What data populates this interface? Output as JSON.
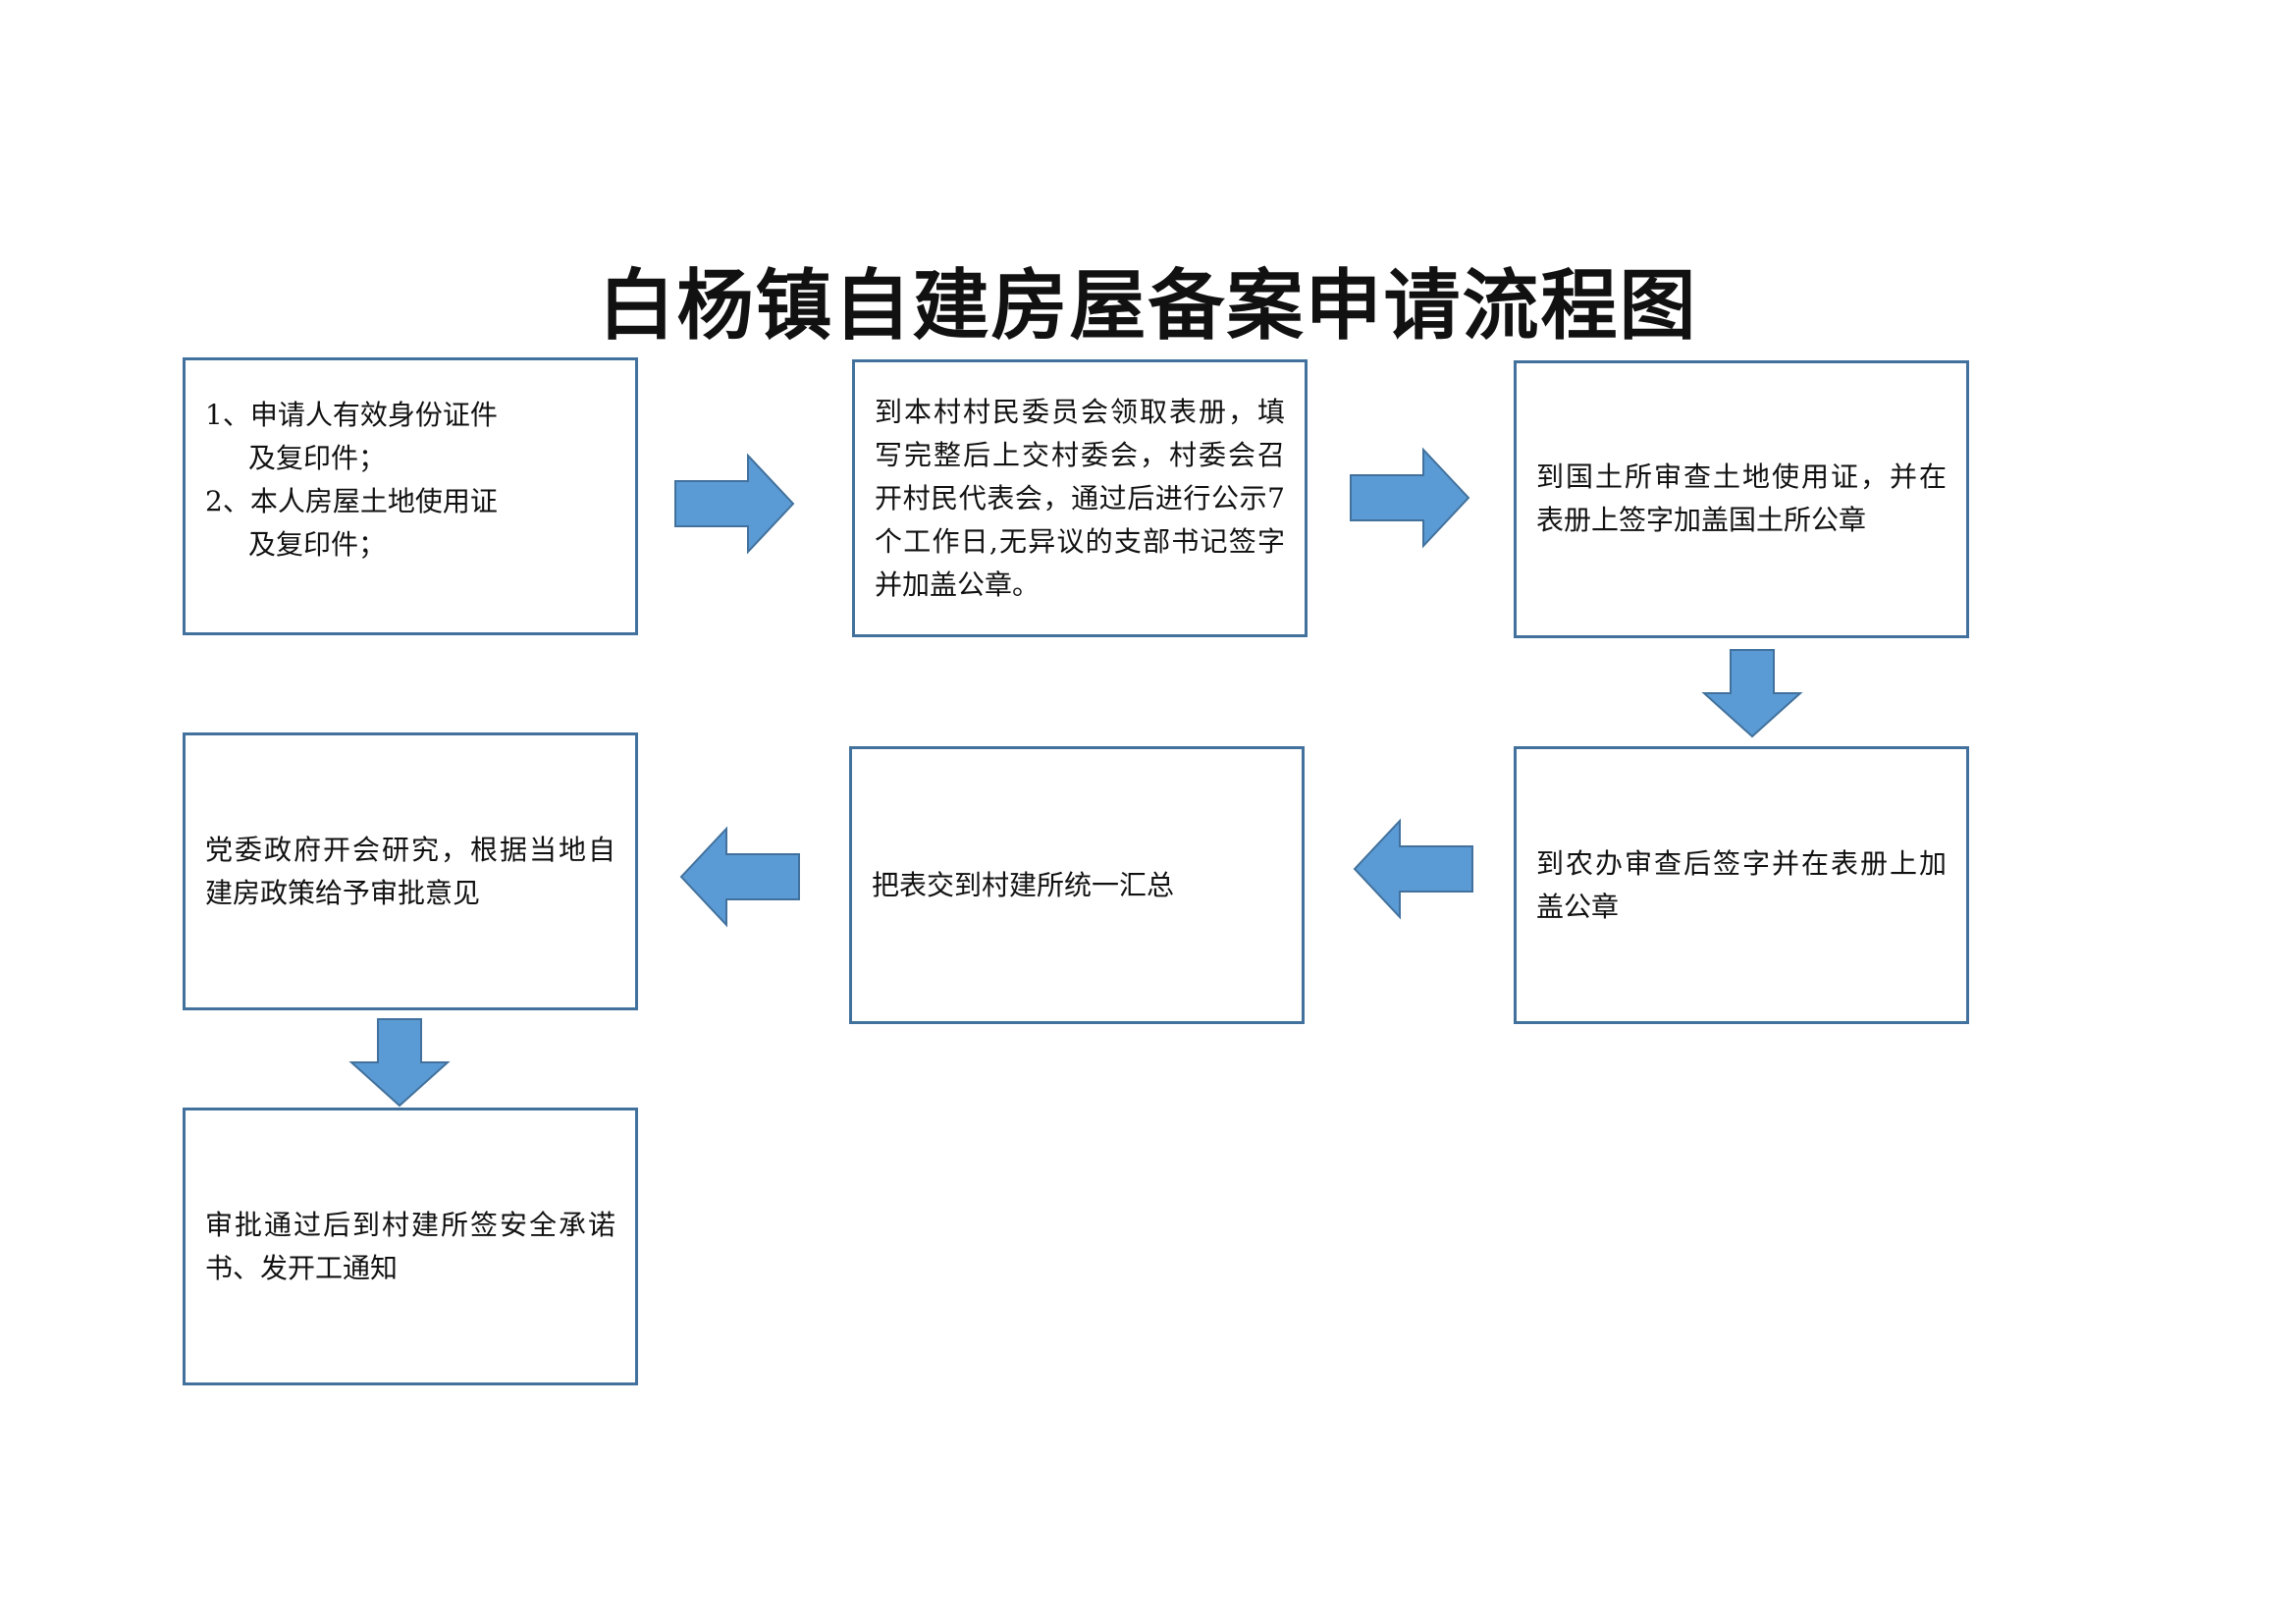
{
  "title": "白杨镇自建房屋备案申请流程图",
  "colors": {
    "box_border": "#41719c",
    "arrow_fill": "#5b9bd5",
    "arrow_stroke": "#41719c"
  },
  "steps": [
    {
      "id": "step-1",
      "lines": [
        "1、申请人有效身份证件",
        "及复印件；",
        "2、本人房屋土地使用证",
        "及复印件；"
      ]
    },
    {
      "id": "step-2",
      "text": "到本村村民委员会领取表册，填写完整后上交村委会，村委会召开村民代表会，通过后进行公示7个工作日,无异议的支部书记签字并加盖公章。"
    },
    {
      "id": "step-3",
      "text": "到国土所审查土地使用证，并在表册上签字加盖国土所公章"
    },
    {
      "id": "step-4",
      "text": "到农办审查后签字并在表册上加盖公章"
    },
    {
      "id": "step-5",
      "text": "把表交到村建所统一汇总"
    },
    {
      "id": "step-6",
      "text": "党委政府开会研究，根据当地自建房政策给予审批意见"
    },
    {
      "id": "step-7",
      "text": "审批通过后到村建所签安全承诺书、发开工通知"
    }
  ]
}
